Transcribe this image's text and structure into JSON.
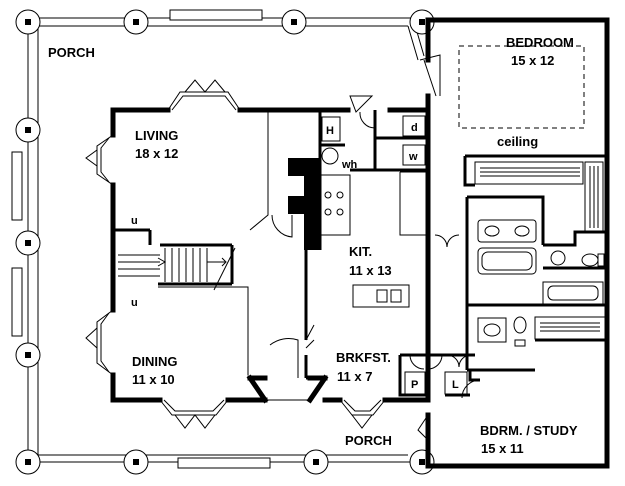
{
  "rooms": {
    "porch_top": "PORCH",
    "bedroom_name": "BEDROOM",
    "bedroom_size": "15 x 12",
    "ceiling": "ceiling",
    "living_name": "LIVING",
    "living_size": "18 x 12",
    "kit_name": "KIT.",
    "kit_size": "11 x 13",
    "dining_name": "DINING",
    "dining_size": "11 x 10",
    "brkfst_name": "BRKFST.",
    "brkfst_size": "11 x 7",
    "porch_bottom": "PORCH",
    "study_name": "BDRM. / STUDY",
    "study_size": "15 x 11"
  },
  "fixtures": {
    "heater": "H",
    "dryer": "d",
    "washer": "w",
    "water_heater": "wh",
    "pantry": "P",
    "linen": "L",
    "stair_up_top": "u",
    "stair_up_bottom": "u"
  }
}
